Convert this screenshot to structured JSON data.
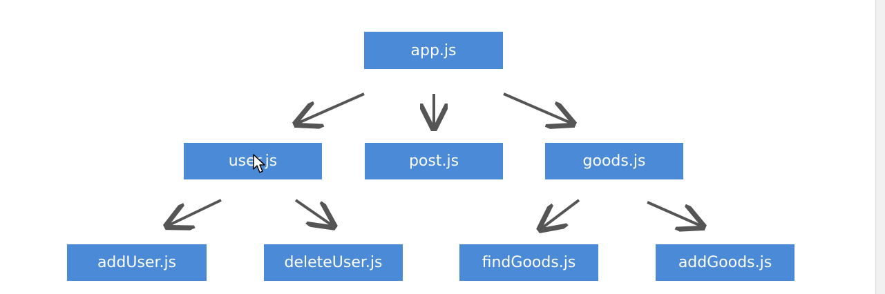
{
  "diagram": {
    "nodes": {
      "app": "app.js",
      "user": "user.js",
      "post": "post.js",
      "goods": "goods.js",
      "add_user": "addUser.js",
      "delete_user": "deleteUser.js",
      "find_goods": "findGoods.js",
      "add_goods": "addGoods.js"
    },
    "edges": [
      {
        "from": "app.js",
        "to": "user.js"
      },
      {
        "from": "app.js",
        "to": "post.js"
      },
      {
        "from": "app.js",
        "to": "goods.js"
      },
      {
        "from": "user.js",
        "to": "addUser.js"
      },
      {
        "from": "user.js",
        "to": "deleteUser.js"
      },
      {
        "from": "goods.js",
        "to": "findGoods.js"
      },
      {
        "from": "goods.js",
        "to": "addGoods.js"
      }
    ]
  },
  "colors": {
    "node_fill": "#4a8ad6",
    "node_text": "#ffffff",
    "arrow": "#555555"
  },
  "icons": {
    "cursor": "mouse-pointer-icon"
  }
}
